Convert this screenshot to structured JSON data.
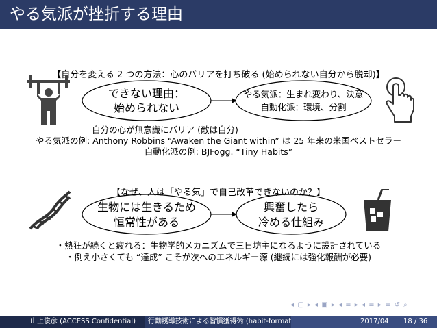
{
  "slide": {
    "title": "やる気派が挫折する理由"
  },
  "section1": {
    "heading": "【自分を変える 2 つの方法：心のバリアを打ち破る (始められない自分から脱却)】",
    "left_node": [
      "できない理由：",
      "始められない"
    ],
    "right_node": [
      "やる気派：生まれ変わり、決意",
      "自動化派：環境、分割"
    ],
    "note1": "自分の心が無意識にバリア (敵は自分)",
    "note2": "やる気派の例: Anthony Robbins “Awaken the Giant within” は 25 年来の米国ベストセラー",
    "note3": "自動化派の例: BJFogg. “Tiny Habits”"
  },
  "section2": {
    "heading": "【なぜ、人は「やる気」で自己改革できないのか？】",
    "left_node": [
      "生物には生きるため",
      "恒常性がある"
    ],
    "right_node": [
      "興奮したら",
      "冷める仕組み"
    ],
    "bullet1": "・熱狂が続くと疲れる：生物学的メカニズムで三日坊主になるように設計されている",
    "bullet2": "・例え小さくても “達成” こそが次へのエネルギー源 (継続には強化報酬が必要)"
  },
  "icons": {
    "weightlifter": "weightlifter-icon",
    "pointing_hand": "pointing-hand-icon",
    "dna": "dna-icon",
    "drink": "drink-icon"
  },
  "footer": {
    "author": "山上俊彦 (ACCESS Confidential)",
    "talk": "行動誘導技術による習慣獲得術 (habit-format",
    "date": "2017/04",
    "page": "18 / 36"
  },
  "colors": {
    "header_bg": "#2b3b66",
    "footer_dark": "#1e2a4a",
    "footer_mid": "#2b3b66",
    "footer_light": "#3a4d80"
  }
}
